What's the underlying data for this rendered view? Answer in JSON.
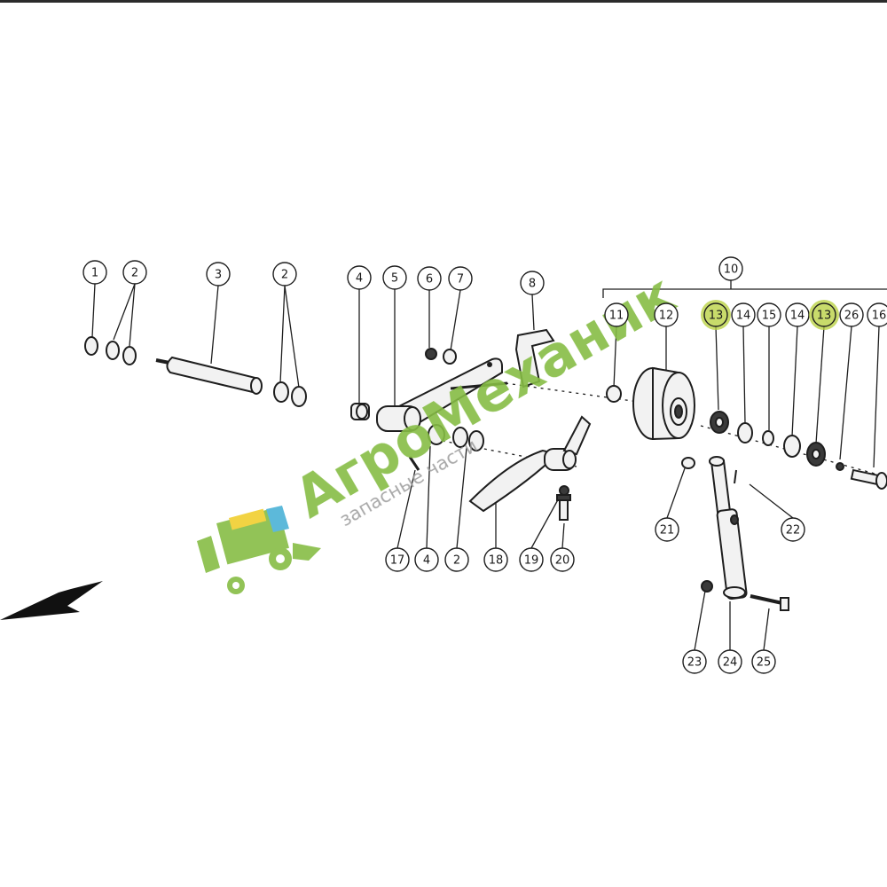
{
  "colors": {
    "line": "#1e1e1e",
    "callout_fill": "#ffffff",
    "highlight": "#b5cf3a",
    "watermark_green": "#86bd45",
    "watermark_gray": "#a0a0a0"
  },
  "watermark": {
    "brand": "АгроМеханик",
    "tagline": "запасные части",
    "logo_icon": "combine-harvester-icon"
  },
  "direction_arrow": {
    "icon": "direction-arrow-icon"
  },
  "callouts": [
    {
      "id": "c1",
      "label": "1",
      "highlighted": false
    },
    {
      "id": "c2a",
      "label": "2",
      "highlighted": false
    },
    {
      "id": "c3",
      "label": "3",
      "highlighted": false
    },
    {
      "id": "c2b",
      "label": "2",
      "highlighted": false
    },
    {
      "id": "c4a",
      "label": "4",
      "highlighted": false
    },
    {
      "id": "c5",
      "label": "5",
      "highlighted": false
    },
    {
      "id": "c6",
      "label": "6",
      "highlighted": false
    },
    {
      "id": "c7",
      "label": "7",
      "highlighted": false
    },
    {
      "id": "c8",
      "label": "8",
      "highlighted": false
    },
    {
      "id": "c10",
      "label": "10",
      "highlighted": false
    },
    {
      "id": "c11",
      "label": "11",
      "highlighted": false
    },
    {
      "id": "c12",
      "label": "12",
      "highlighted": false
    },
    {
      "id": "c13a",
      "label": "13",
      "highlighted": true
    },
    {
      "id": "c14a",
      "label": "14",
      "highlighted": false
    },
    {
      "id": "c15",
      "label": "15",
      "highlighted": false
    },
    {
      "id": "c14b",
      "label": "14",
      "highlighted": false
    },
    {
      "id": "c13b",
      "label": "13",
      "highlighted": true
    },
    {
      "id": "c26",
      "label": "26",
      "highlighted": false
    },
    {
      "id": "c16",
      "label": "16",
      "highlighted": false
    },
    {
      "id": "c17",
      "label": "17",
      "highlighted": false
    },
    {
      "id": "c4b",
      "label": "4",
      "highlighted": false
    },
    {
      "id": "c2c",
      "label": "2",
      "highlighted": false
    },
    {
      "id": "c18",
      "label": "18",
      "highlighted": false
    },
    {
      "id": "c19",
      "label": "19",
      "highlighted": false
    },
    {
      "id": "c20",
      "label": "20",
      "highlighted": false
    },
    {
      "id": "c21",
      "label": "21",
      "highlighted": false
    },
    {
      "id": "c22",
      "label": "22",
      "highlighted": false
    },
    {
      "id": "c23",
      "label": "23",
      "highlighted": false
    },
    {
      "id": "c24",
      "label": "24",
      "highlighted": false
    },
    {
      "id": "c25",
      "label": "25",
      "highlighted": false
    }
  ]
}
